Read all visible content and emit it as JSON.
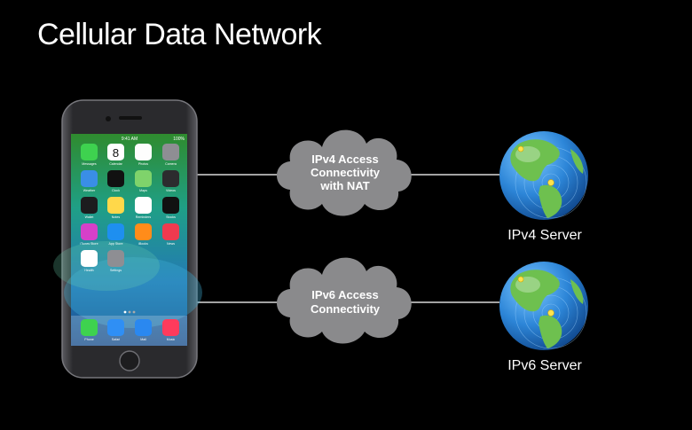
{
  "title": "Cellular Data Network",
  "clouds": [
    {
      "lines": [
        "IPv4 Access",
        "Connectivity",
        "with NAT"
      ]
    },
    {
      "lines": [
        "IPv6 Access",
        "Connectivity"
      ]
    }
  ],
  "servers": [
    {
      "label": "IPv4 Server"
    },
    {
      "label": "IPv6 Server"
    }
  ],
  "phone": {
    "status_time": "9:41 AM",
    "status_battery": "100%",
    "apps": [
      {
        "label": "Messages",
        "color": "#3ed24f"
      },
      {
        "label": "Calendar",
        "color": "#ffffff",
        "glyph": "8"
      },
      {
        "label": "Photos",
        "color": "#fdfdfd"
      },
      {
        "label": "Camera",
        "color": "#8e8e93"
      },
      {
        "label": "Weather",
        "color": "#3a8ee6"
      },
      {
        "label": "Clock",
        "color": "#111111"
      },
      {
        "label": "Maps",
        "color": "#7fd36b"
      },
      {
        "label": "Videos",
        "color": "#2c2c2e"
      },
      {
        "label": "Wallet",
        "color": "#1c1c1e"
      },
      {
        "label": "Notes",
        "color": "#ffd84a"
      },
      {
        "label": "Reminders",
        "color": "#ffffff"
      },
      {
        "label": "Stocks",
        "color": "#111111"
      },
      {
        "label": "iTunes Store",
        "color": "#d640c9"
      },
      {
        "label": "App Store",
        "color": "#1e8ff0"
      },
      {
        "label": "iBooks",
        "color": "#ff8c1a"
      },
      {
        "label": "News",
        "color": "#ef3a4f"
      },
      {
        "label": "Health",
        "color": "#ffffff"
      },
      {
        "label": "Settings",
        "color": "#8e8e93"
      }
    ],
    "dock": [
      {
        "label": "Phone",
        "color": "#3ed24f"
      },
      {
        "label": "Safari",
        "color": "#2f8ff5"
      },
      {
        "label": "Mail",
        "color": "#2a88f0"
      },
      {
        "label": "Music",
        "color": "#ff3b5c"
      }
    ]
  },
  "colors": {
    "background": "#000000",
    "cloud": "#8a8a8c",
    "connector": "#d9d9d9",
    "globe_ocean": "#2e88d8",
    "globe_land": "#6ec04f",
    "phone_body": "#2b2b2e"
  }
}
